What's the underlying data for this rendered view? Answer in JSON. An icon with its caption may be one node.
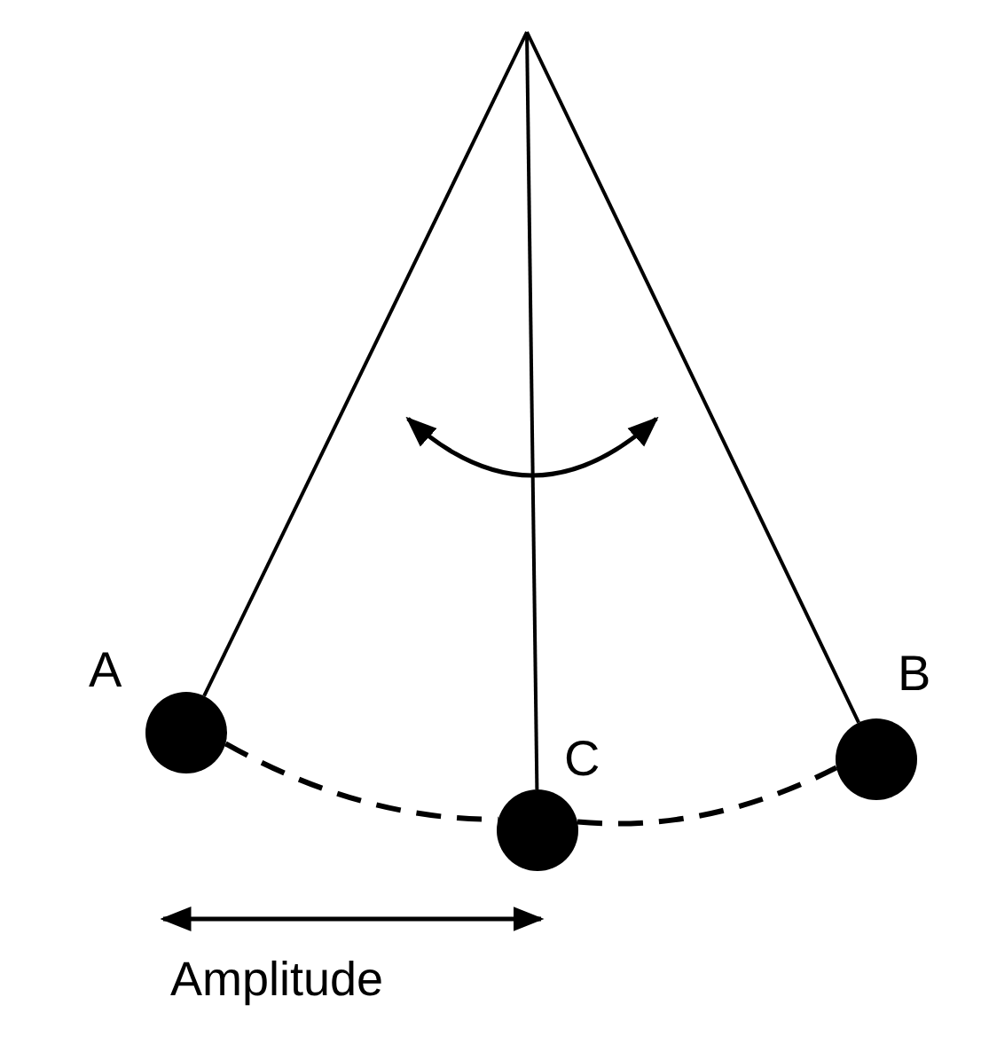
{
  "diagram": {
    "nodes": [
      {
        "text": [],
        "shape": "circle",
        "beside": [
          "A"
        ]
      },
      {
        "text": [],
        "shape": "circle",
        "beside": [
          "C"
        ]
      },
      {
        "text": [],
        "shape": "circle",
        "beside": [
          "B"
        ]
      }
    ],
    "edges": [
      {
        "from": 0,
        "to": 1,
        "arrow": "none",
        "style": "dashed"
      },
      {
        "from": 1,
        "to": 2,
        "arrow": "none",
        "style": "dashed"
      }
    ],
    "labels": [
      "Amplitude"
    ]
  }
}
